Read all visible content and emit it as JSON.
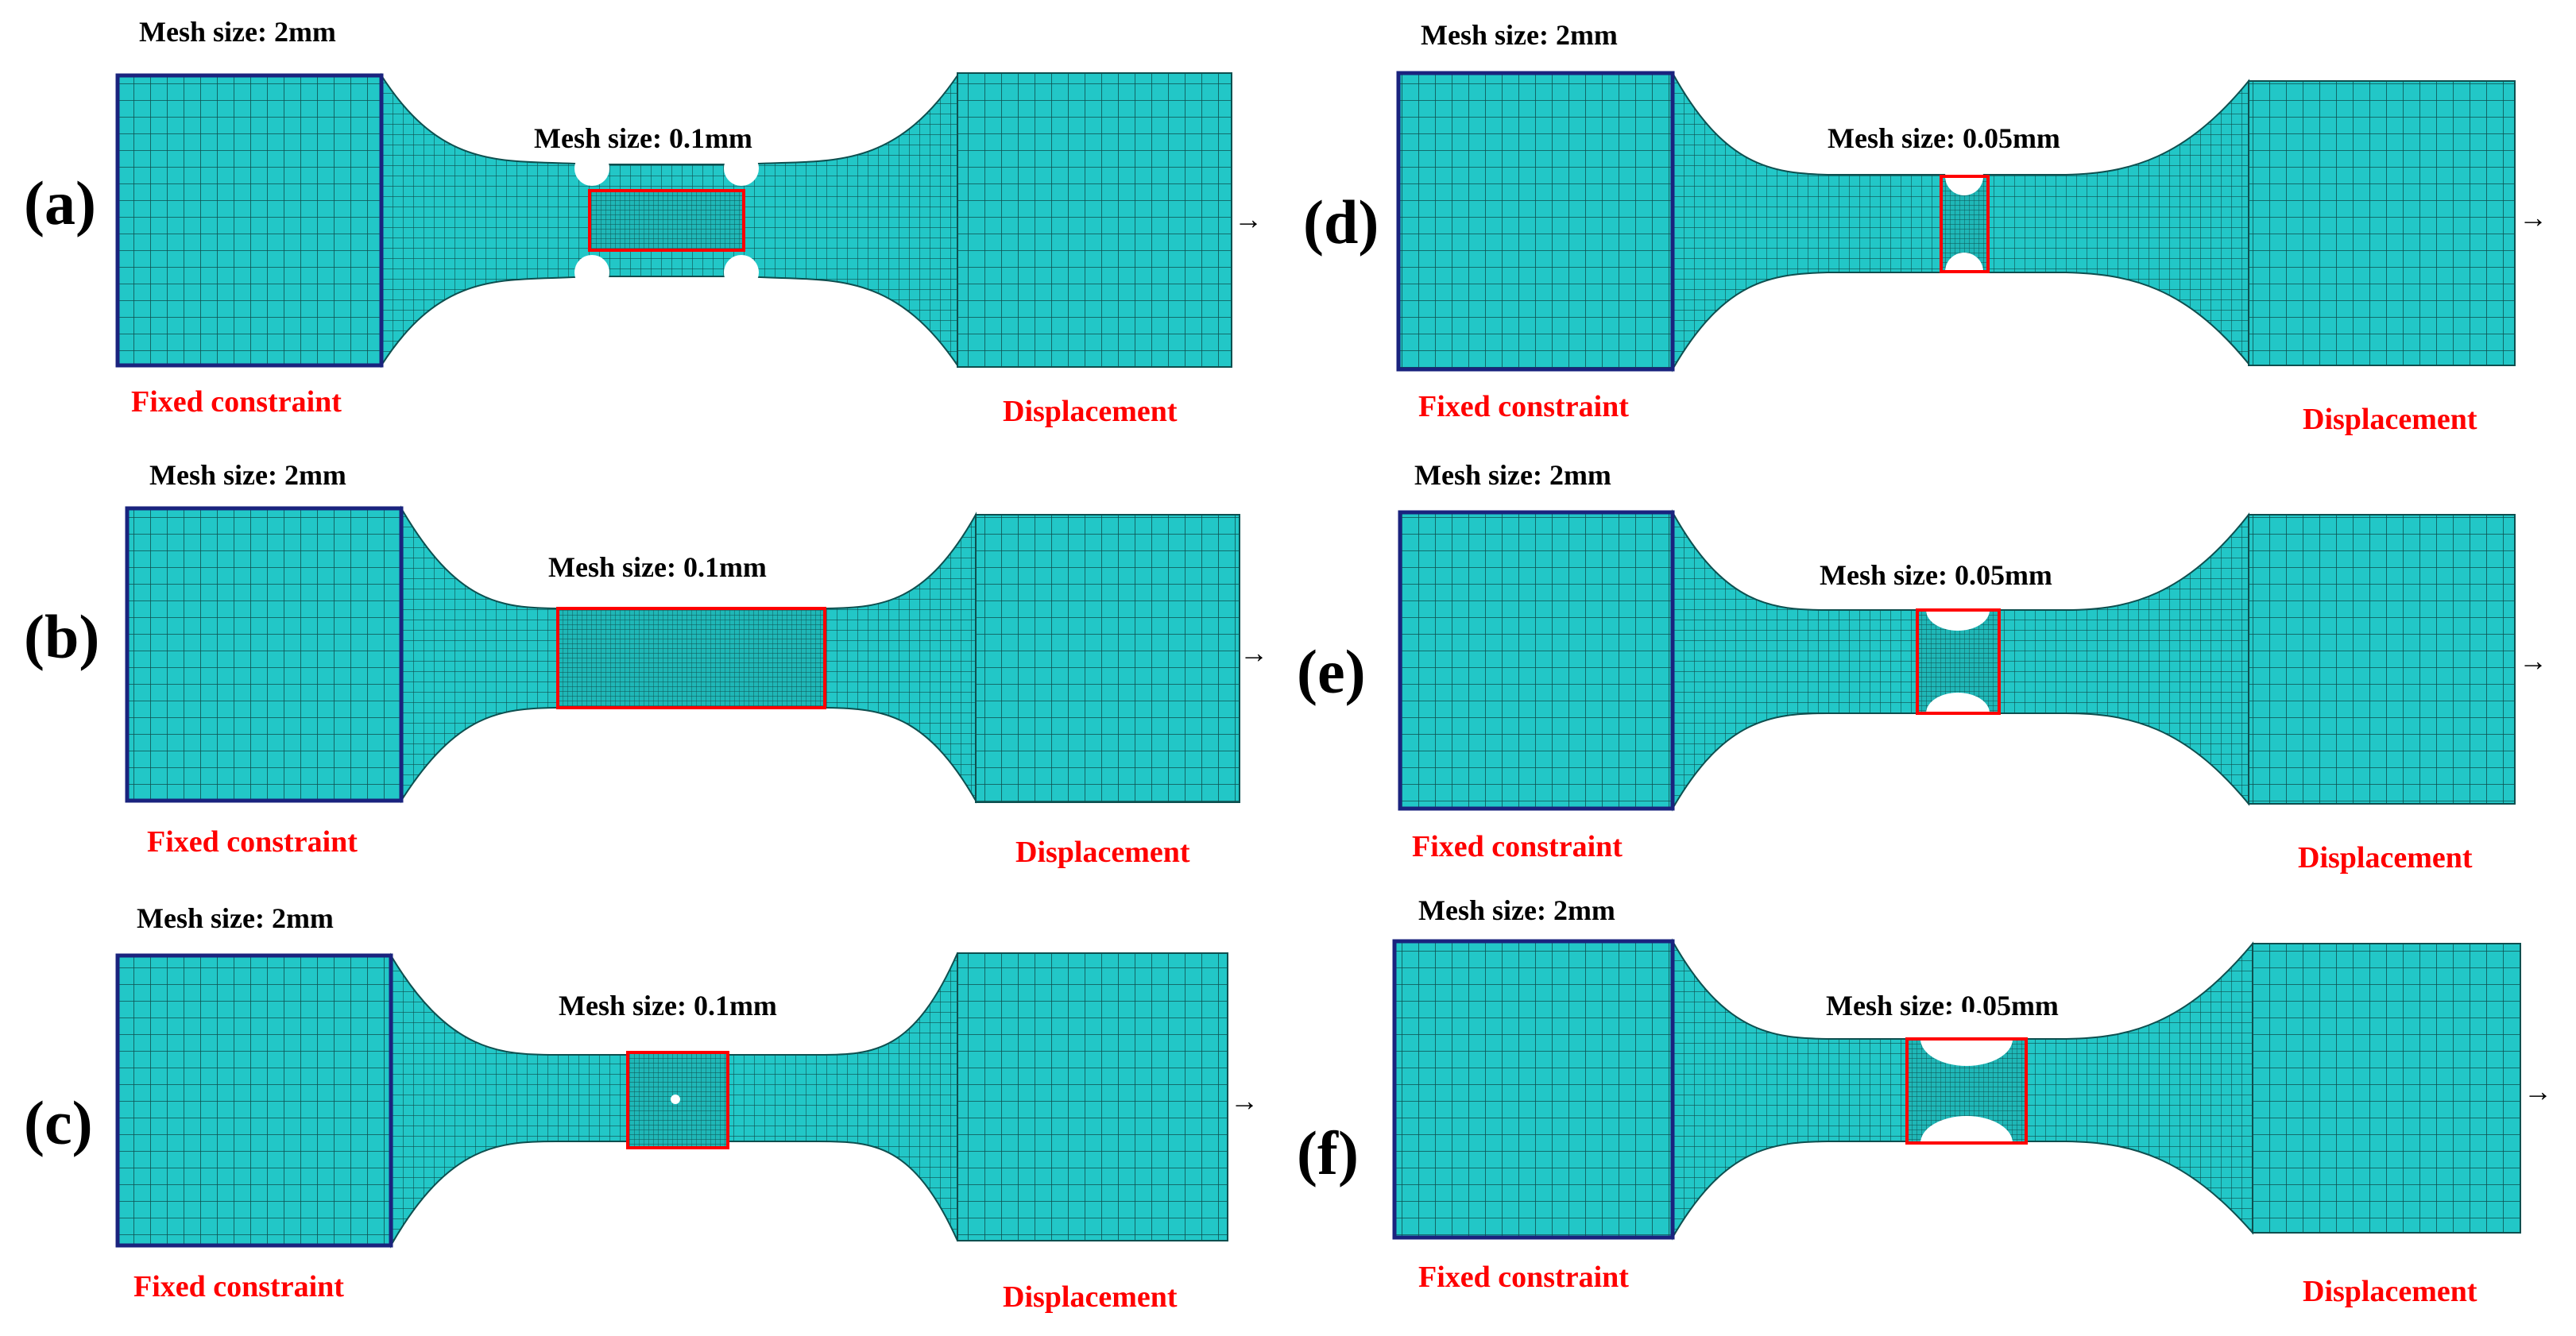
{
  "colors": {
    "mesh_fill": "#22c7c7",
    "mesh_line": "#0e4f4f",
    "fixed_edge": "#1a237e",
    "highlight_box": "#ff0000",
    "constraint_text": "#ff0000"
  },
  "panels": [
    {
      "id": "a",
      "label": "(a)",
      "coarse_mesh": "Mesh size: 2mm",
      "fine_mesh": "Mesh size: 0.1mm",
      "left_text": "Fixed constraint",
      "right_text": "Displacement",
      "notch": "round-notch",
      "arrow": "→"
    },
    {
      "id": "b",
      "label": "(b)",
      "coarse_mesh": "Mesh size: 2mm",
      "fine_mesh": "Mesh size: 0.1mm",
      "left_text": "Fixed constraint",
      "right_text": "Displacement",
      "notch": "none",
      "arrow": "→"
    },
    {
      "id": "c",
      "label": "(c)",
      "coarse_mesh": "Mesh size: 2mm",
      "fine_mesh": "Mesh size: 0.1mm",
      "left_text": "Fixed constraint",
      "right_text": "Displacement",
      "notch": "hole",
      "arrow": "→"
    },
    {
      "id": "d",
      "label": "(d)",
      "coarse_mesh": "Mesh size: 2mm",
      "fine_mesh": "Mesh size: 0.05mm",
      "left_text": "Fixed constraint",
      "right_text": "Displacement",
      "notch": "semicircle-small",
      "arrow": "→"
    },
    {
      "id": "e",
      "label": "(e)",
      "coarse_mesh": "Mesh size: 2mm",
      "fine_mesh": "Mesh size: 0.05mm",
      "left_text": "Fixed constraint",
      "right_text": "Displacement",
      "notch": "semicircle-medium",
      "arrow": "→"
    },
    {
      "id": "f",
      "label": "(f)",
      "coarse_mesh": "Mesh size: 2mm",
      "fine_mesh": "Mesh size: 0.05mm",
      "left_text": "Fixed constraint",
      "right_text": "Displacement",
      "notch": "semicircle-large",
      "arrow": "→"
    }
  ]
}
